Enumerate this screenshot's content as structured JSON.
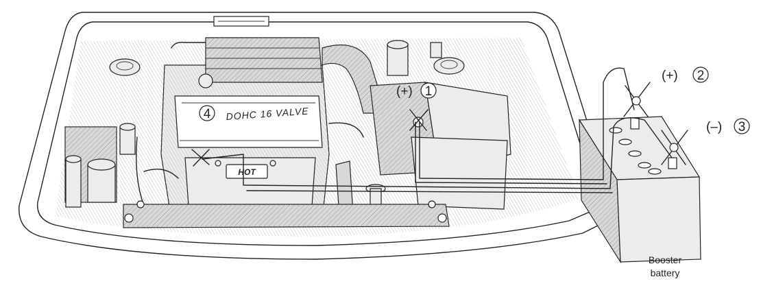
{
  "labels": {
    "positive_at_engine": "(+)",
    "positive_at_booster": "(+)",
    "negative_at_booster": "(–)",
    "num1": "1",
    "num2": "2",
    "num3": "3",
    "num4": "4",
    "booster_line1": "Booster",
    "booster_line2": "battery",
    "hot_plate": "HOT",
    "engine_cover": "DOHC 16 VALVE"
  }
}
